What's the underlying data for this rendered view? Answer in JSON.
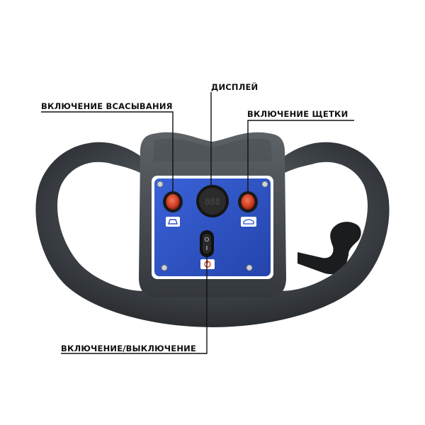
{
  "labels": {
    "suction": "ВКЛЮЧЕНИЕ ВСАСЫВАНИЯ",
    "display": "ДИСПЛЕЙ",
    "brush": "ВКЛЮЧЕНИЕ ЩЕТКИ",
    "power": "ВКЛЮЧЕНИЕ/ВЫКЛЮЧЕНИЕ"
  },
  "display_readout": "888",
  "colors": {
    "panel_blue": "#2f54c9",
    "handle_dark": "#3a3e42",
    "button_red": "#d9472c",
    "line": "#111111"
  },
  "icons": {
    "suction_button_icon": "vacuum-icon",
    "brush_button_icon": "brush-icon",
    "power_button_icon": "power-icon"
  }
}
